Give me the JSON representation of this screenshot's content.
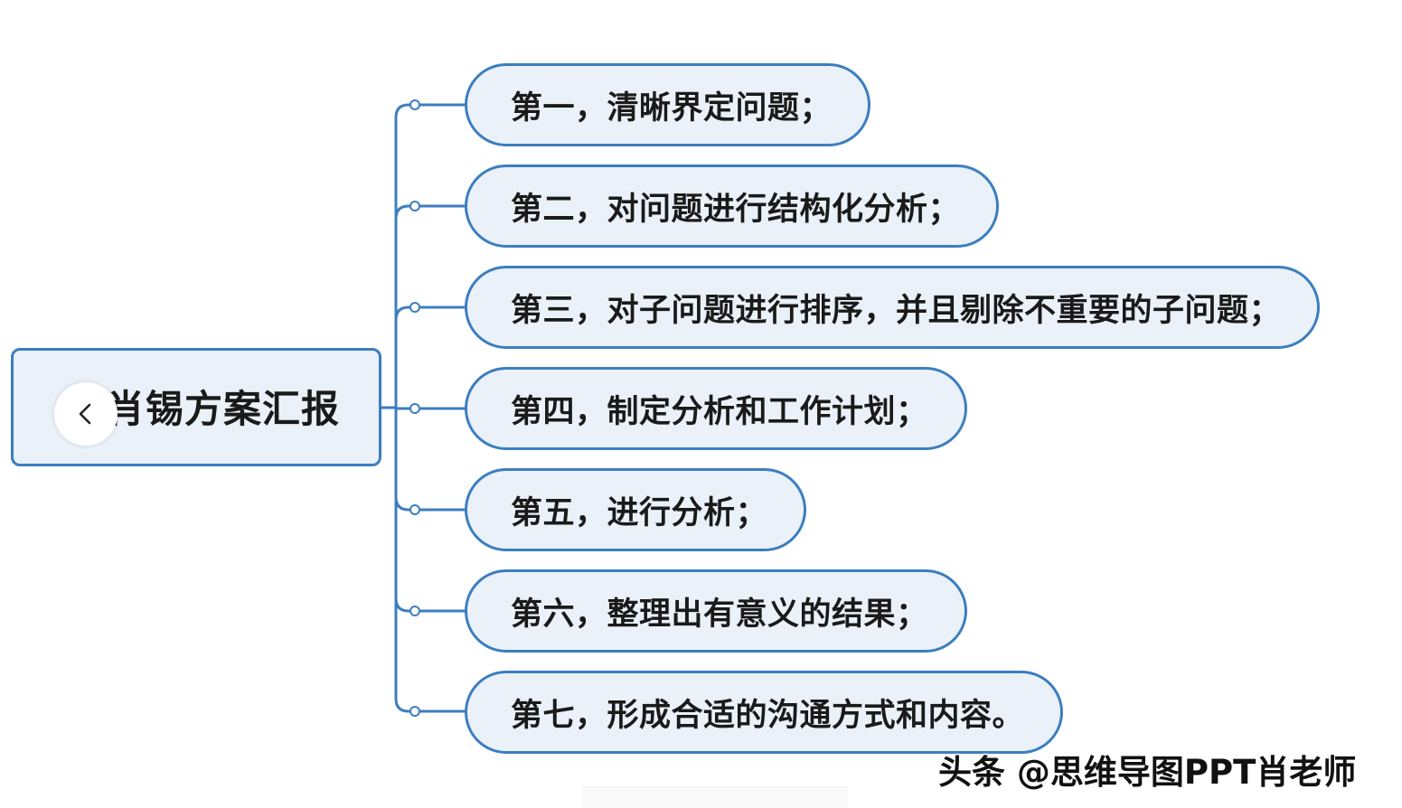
{
  "root": {
    "label": "肖锡方案汇报"
  },
  "children": [
    {
      "label": "第一，清晰界定问题；"
    },
    {
      "label": "第二，对问题进行结构化分析；"
    },
    {
      "label": "第三，对子问题进行排序，并且剔除不重要的子问题；"
    },
    {
      "label": "第四，制定分析和工作计划；"
    },
    {
      "label": "第五，进行分析；"
    },
    {
      "label": "第六，整理出有意义的结果；"
    },
    {
      "label": "第七，形成合适的沟通方式和内容。"
    }
  ],
  "watermark": "头条 @思维导图PPT肖老师",
  "colors": {
    "line": "#3c7ebf",
    "node_fill": "#eaf1f9",
    "text": "#1a1a1a"
  },
  "icons": {
    "back": "chevron-left-icon"
  }
}
